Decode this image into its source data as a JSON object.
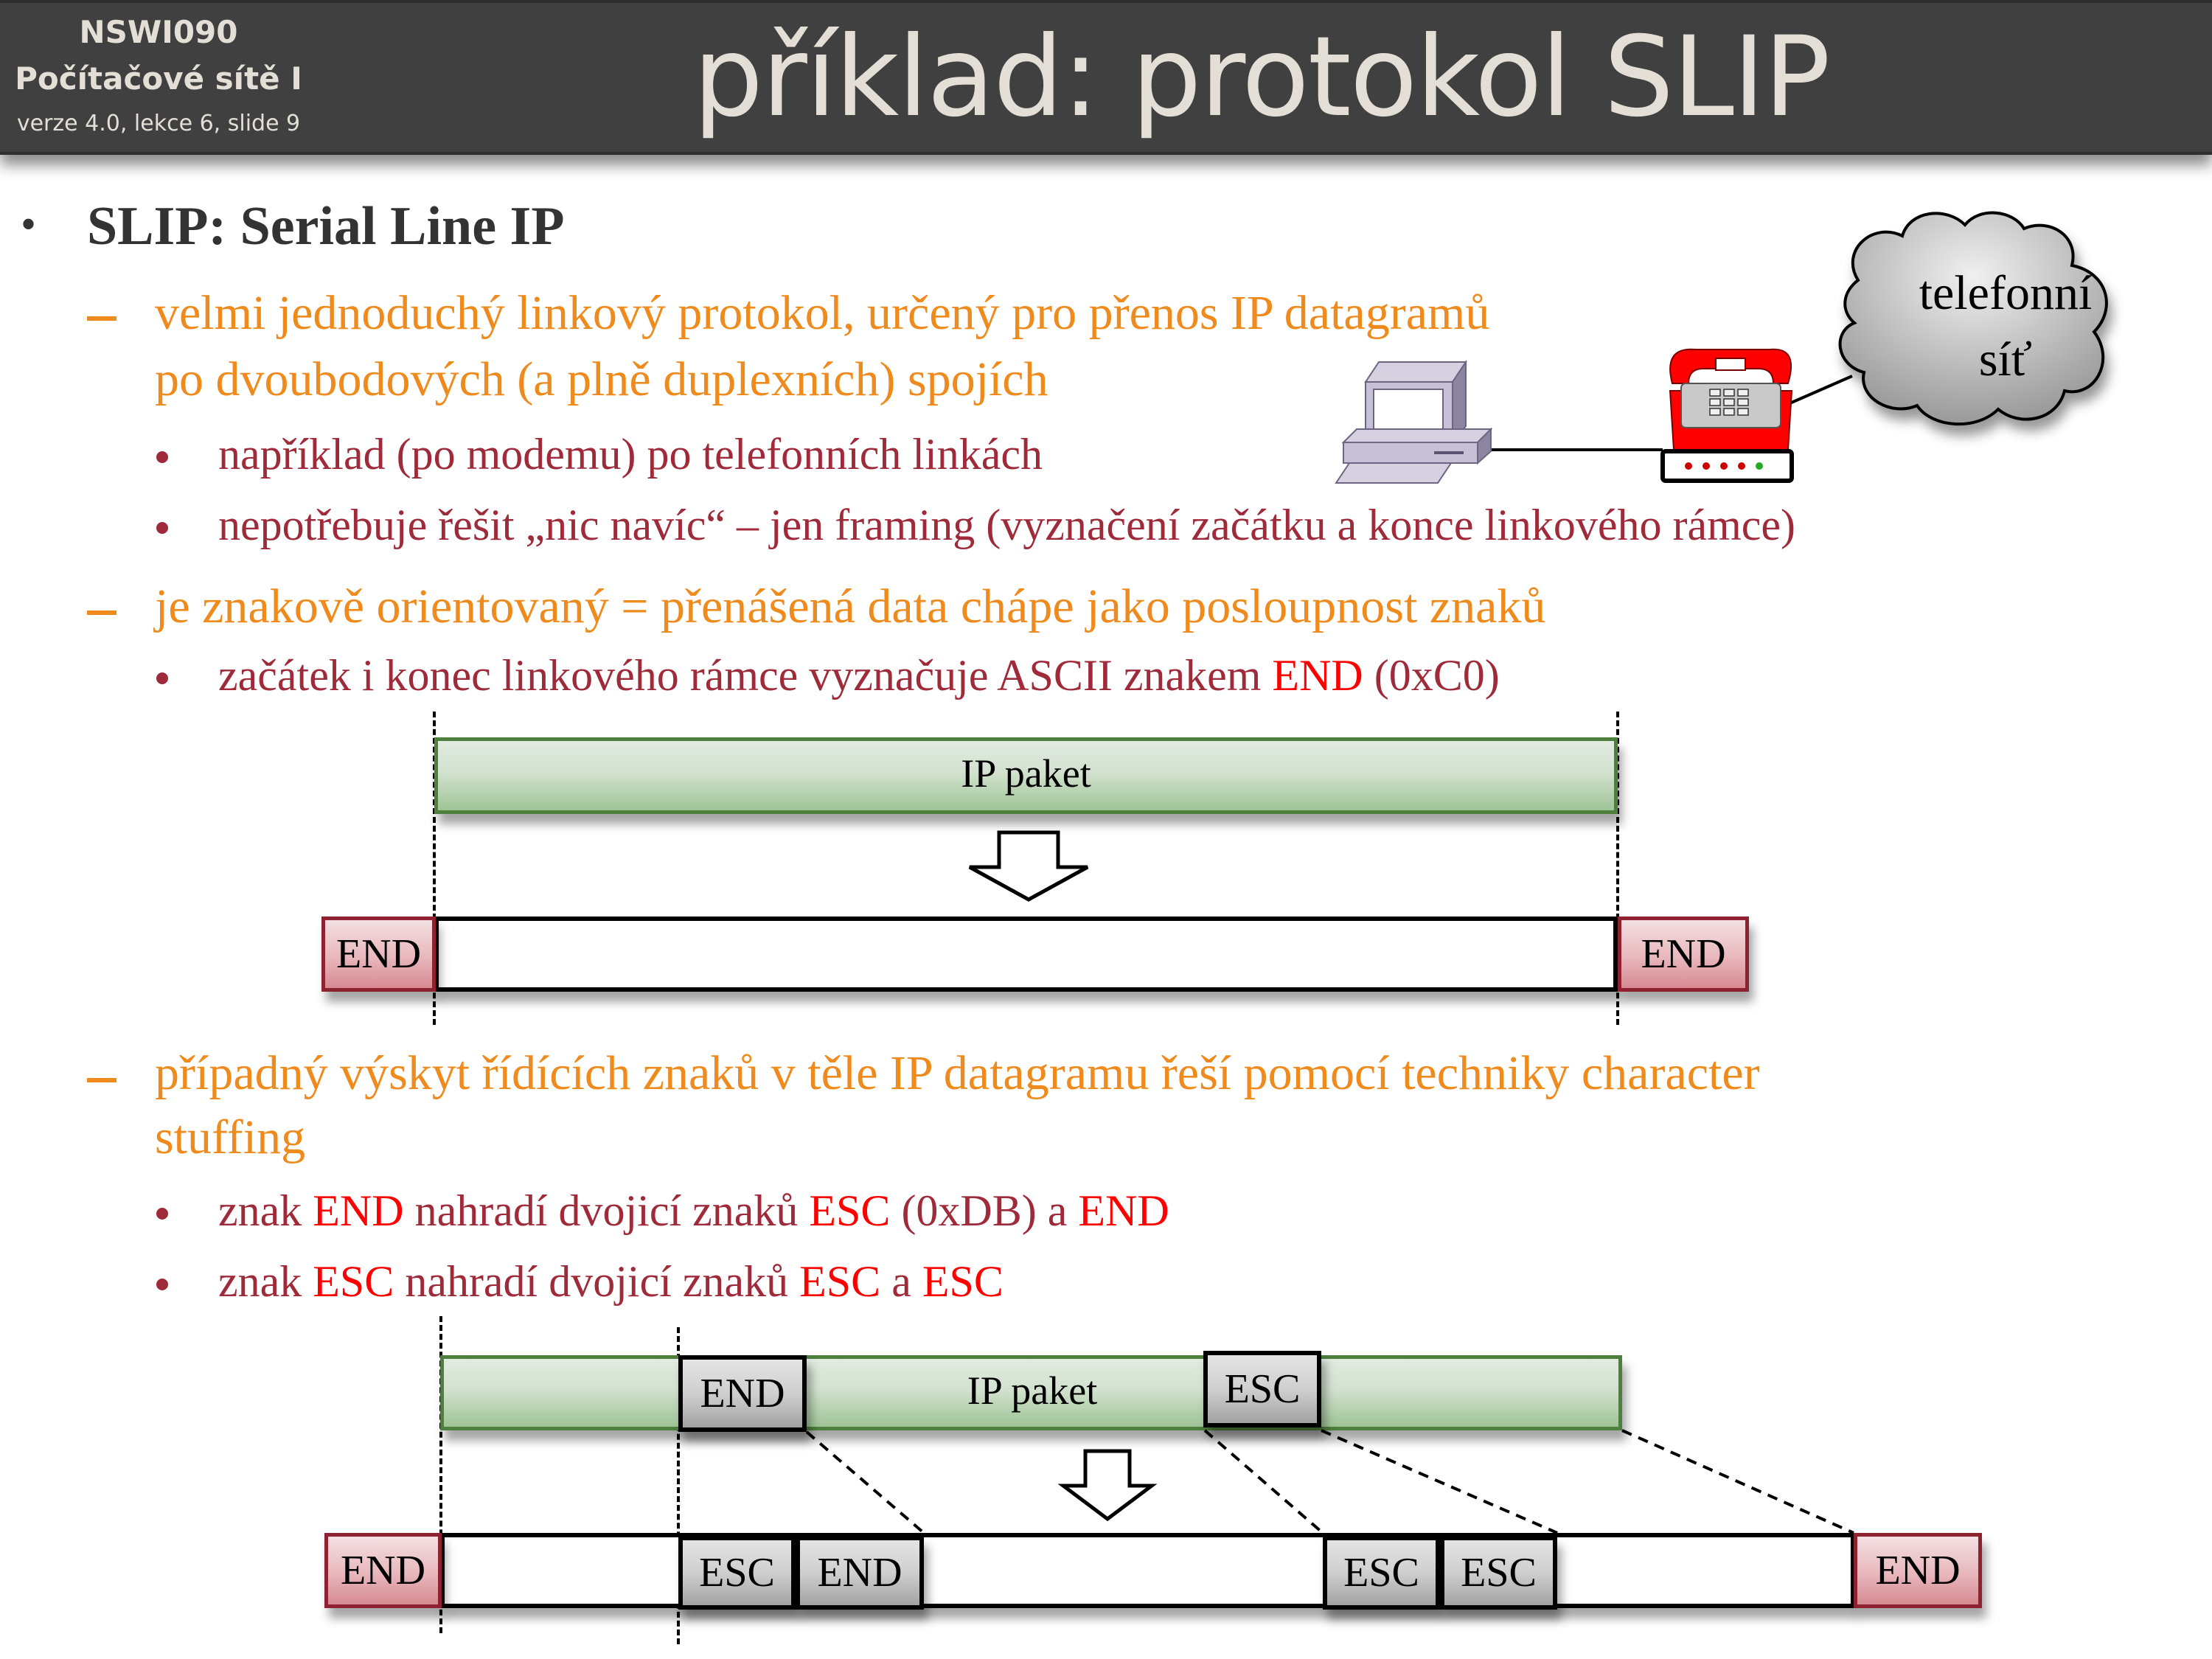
{
  "header": {
    "course_code": "NSWI090",
    "course_name": "Počítačové sítě I",
    "version_info": "verze 4.0, lekce  6, slide 9",
    "title": "příklad: protokol SLIP"
  },
  "colors": {
    "header_bg": "#404040",
    "header_text": "#e4dfd6",
    "level1": "#333333",
    "level2_orange": "#ef8a1d",
    "level3_darkred": "#9e2a3a",
    "highlight_red": "#ff0000",
    "packet_green": "#9fc496",
    "end_box_red": "#d68a92",
    "esc_box_gray": "#a2a2a2"
  },
  "content": {
    "b1": "SLIP: Serial Line IP",
    "b1_1_line1": "velmi jednoduchý linkový protokol, určený pro přenos IP datagramů",
    "b1_1_line2": "po dvoubodových (a plně duplexních) spojích",
    "b1_1_1": "například (po modemu) po telefonních linkách",
    "b1_1_2": "nepotřebuje řešit „nic navíc“ – jen framing (vyznačení začátku a konce linkového rámce)",
    "b1_2": "je znakově orientovaný = přenášená data chápe jako posloupnost znaků",
    "b1_2_1_pre": "začátek i konec linkového rámce vyznačuje ASCII znakem ",
    "b1_2_1_hl": "END",
    "b1_2_1_post": " (0xC0)",
    "b1_3_line1": "případný výskyt řídících znaků v těle IP datagramu řeší pomocí techniky character",
    "b1_3_line2": "stuffing",
    "b1_3_1": {
      "p1": "znak ",
      "h1": "END",
      "p2": " nahradí dvojicí znaků ",
      "h2": "ESC",
      "p3": " (0xDB) a ",
      "h3": "END"
    },
    "b1_3_2": {
      "p1": "znak ",
      "h1": "ESC",
      "p2": " nahradí dvojicí znaků ",
      "h2": "ESC",
      "p3": " a ",
      "h3": "ESC"
    }
  },
  "illustration": {
    "cloud_label_line1": "telefonní",
    "cloud_label_line2": "síť",
    "icons": [
      "computer-icon",
      "telephone-modem-icon",
      "cloud-icon"
    ]
  },
  "diagram1": {
    "packet_label": "IP paket",
    "left_marker": "END",
    "right_marker": "END"
  },
  "diagram2": {
    "packet_label": "IP paket",
    "packet_inner": [
      "END",
      "ESC"
    ],
    "frame_start": "END",
    "frame_stuffed": [
      "ESC",
      "END",
      "ESC",
      "ESC"
    ],
    "frame_end": "END"
  }
}
